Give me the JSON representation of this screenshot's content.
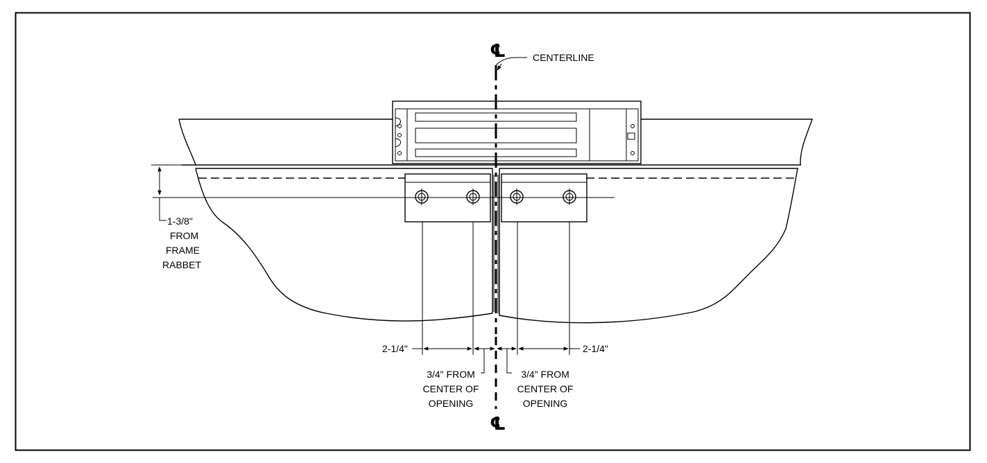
{
  "symbols": {
    "centerline_top": "℄",
    "centerline_bottom": "℄"
  },
  "labels": {
    "centerline": "CENTERLINE",
    "rabbet_distance": [
      "1-3/8\"",
      "FROM",
      "FRAME",
      "RABBET"
    ],
    "left_spacing": "2-1/4\"",
    "right_spacing": "2-1/4\"",
    "left_offset": [
      "3/4\" FROM",
      "CENTER OF",
      "OPENING"
    ],
    "right_offset": [
      "3/4\" FROM",
      "CENTER OF",
      "OPENING"
    ]
  }
}
